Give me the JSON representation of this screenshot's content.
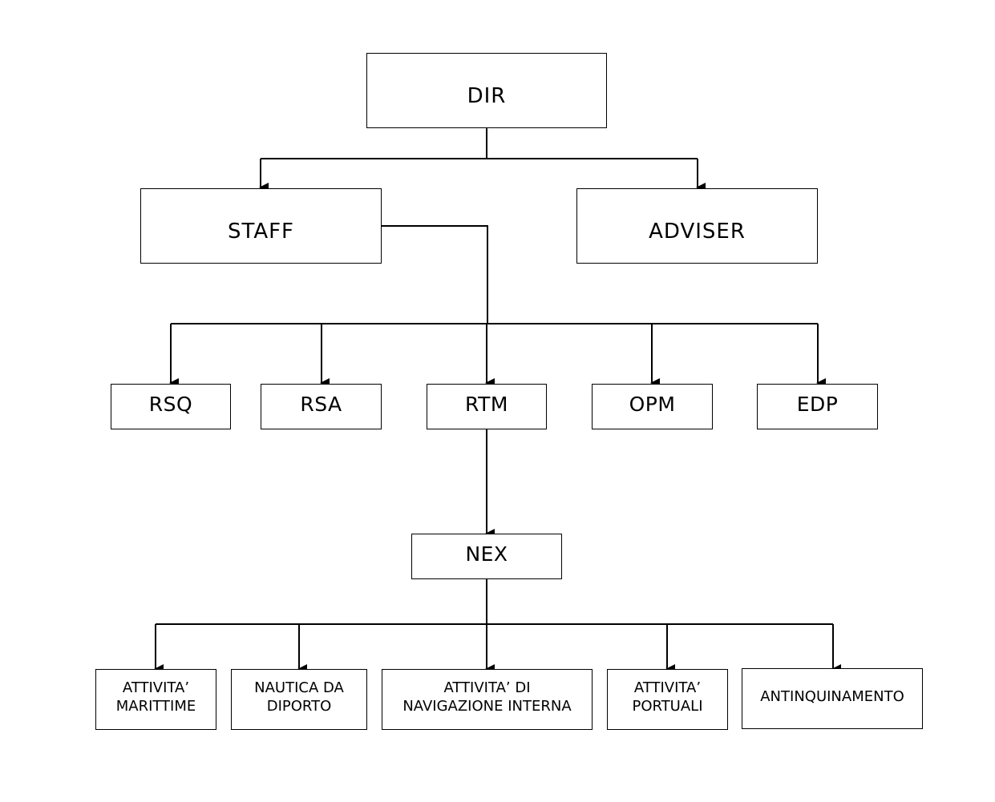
{
  "nodes": {
    "dir": "DIR",
    "staff": "STAFF",
    "adviser": "ADVISER",
    "rsq": "RSQ",
    "rsa": "RSA",
    "rtm": "RTM",
    "opm": "OPM",
    "edp": "EDP",
    "nex": "NEX",
    "attivita_marittime": "ATTIVITA’\nMARITTIME",
    "nautica_da_diporto": "NAUTICA DA\nDIPORTO",
    "navigazione_interna": "ATTIVITA’ DI\nNAVIGAZIONE INTERNA",
    "attivita_portuali": "ATTIVITA’\nPORTUALI",
    "antinquinamento": "ANTINQUINAMENTO"
  },
  "edges": [
    [
      "dir",
      "staff"
    ],
    [
      "dir",
      "adviser"
    ],
    [
      "staff",
      "rsq"
    ],
    [
      "staff",
      "rsa"
    ],
    [
      "staff",
      "rtm"
    ],
    [
      "staff",
      "opm"
    ],
    [
      "staff",
      "edp"
    ],
    [
      "rtm",
      "nex"
    ],
    [
      "nex",
      "attivita_marittime"
    ],
    [
      "nex",
      "nautica_da_diporto"
    ],
    [
      "nex",
      "navigazione_interna"
    ],
    [
      "nex",
      "attivita_portuali"
    ],
    [
      "nex",
      "antinquinamento"
    ]
  ],
  "colors": {
    "line": "#000000",
    "box_border": "#000000",
    "background": "#ffffff"
  }
}
